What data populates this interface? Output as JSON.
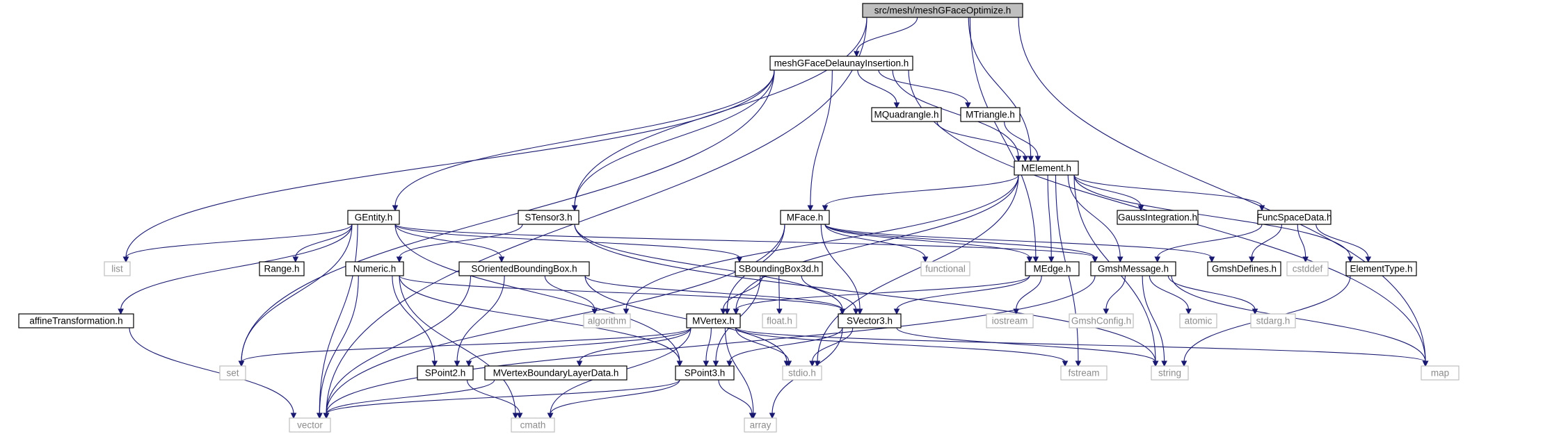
{
  "graph": {
    "root": "src/mesh/meshGFaceOptimize.h",
    "nodes": [
      {
        "id": "root",
        "label": "src/mesh/meshGFaceOptimize.h",
        "kind": "root"
      },
      {
        "id": "delaunay",
        "label": "meshGFaceDelaunayInsertion.h",
        "kind": "header"
      },
      {
        "id": "mquad",
        "label": "MQuadrangle.h",
        "kind": "header"
      },
      {
        "id": "mtri",
        "label": "MTriangle.h",
        "kind": "header"
      },
      {
        "id": "melement",
        "label": "MElement.h",
        "kind": "header"
      },
      {
        "id": "gentity",
        "label": "GEntity.h",
        "kind": "header"
      },
      {
        "id": "stensor",
        "label": "STensor3.h",
        "kind": "header"
      },
      {
        "id": "mface",
        "label": "MFace.h",
        "kind": "header"
      },
      {
        "id": "gaussint",
        "label": "GaussIntegration.h",
        "kind": "header"
      },
      {
        "id": "funcspace",
        "label": "FuncSpaceData.h",
        "kind": "header"
      },
      {
        "id": "list",
        "label": "list",
        "kind": "system"
      },
      {
        "id": "range",
        "label": "Range.h",
        "kind": "header"
      },
      {
        "id": "numeric",
        "label": "Numeric.h",
        "kind": "header"
      },
      {
        "id": "sobb",
        "label": "SOrientedBoundingBox.h",
        "kind": "header"
      },
      {
        "id": "sbbox",
        "label": "SBoundingBox3d.h",
        "kind": "header"
      },
      {
        "id": "functional",
        "label": "functional",
        "kind": "system"
      },
      {
        "id": "gmshmsg",
        "label": "GmshMessage.h",
        "kind": "header"
      },
      {
        "id": "gmshdefs",
        "label": "GmshDefines.h",
        "kind": "header"
      },
      {
        "id": "cstddef",
        "label": "cstddef",
        "kind": "system"
      },
      {
        "id": "elemtype",
        "label": "ElementType.h",
        "kind": "header"
      },
      {
        "id": "medge",
        "label": "MEdge.h",
        "kind": "header"
      },
      {
        "id": "affine",
        "label": "affineTransformation.h",
        "kind": "header"
      },
      {
        "id": "algorithm",
        "label": "algorithm",
        "kind": "system"
      },
      {
        "id": "mvertex",
        "label": "MVertex.h",
        "kind": "header"
      },
      {
        "id": "float",
        "label": "float.h",
        "kind": "system"
      },
      {
        "id": "svector",
        "label": "SVector3.h",
        "kind": "header"
      },
      {
        "id": "iostream",
        "label": "iostream",
        "kind": "system"
      },
      {
        "id": "gmshconfig",
        "label": "GmshConfig.h",
        "kind": "system"
      },
      {
        "id": "atomic",
        "label": "atomic",
        "kind": "system"
      },
      {
        "id": "stdarg",
        "label": "stdarg.h",
        "kind": "system"
      },
      {
        "id": "set",
        "label": "set",
        "kind": "system"
      },
      {
        "id": "spoint2",
        "label": "SPoint2.h",
        "kind": "header"
      },
      {
        "id": "mvbld",
        "label": "MVertexBoundaryLayerData.h",
        "kind": "header"
      },
      {
        "id": "spoint3",
        "label": "SPoint3.h",
        "kind": "header"
      },
      {
        "id": "stdio",
        "label": "stdio.h",
        "kind": "system"
      },
      {
        "id": "fstream",
        "label": "fstream",
        "kind": "system"
      },
      {
        "id": "string",
        "label": "string",
        "kind": "system"
      },
      {
        "id": "map",
        "label": "map",
        "kind": "system"
      },
      {
        "id": "vector",
        "label": "vector",
        "kind": "system"
      },
      {
        "id": "cmath",
        "label": "cmath",
        "kind": "system"
      },
      {
        "id": "array",
        "label": "array",
        "kind": "system"
      }
    ],
    "edges": [
      [
        "root",
        "delaunay"
      ],
      [
        "root",
        "stensor"
      ],
      [
        "root",
        "melement"
      ],
      [
        "root",
        "medge"
      ],
      [
        "root",
        "vector"
      ],
      [
        "root",
        "map"
      ],
      [
        "delaunay",
        "mquad"
      ],
      [
        "delaunay",
        "mtri"
      ],
      [
        "delaunay",
        "melement"
      ],
      [
        "delaunay",
        "gentity"
      ],
      [
        "delaunay",
        "stensor"
      ],
      [
        "delaunay",
        "mface"
      ],
      [
        "delaunay",
        "list"
      ],
      [
        "delaunay",
        "set"
      ],
      [
        "delaunay",
        "map"
      ],
      [
        "mquad",
        "melement"
      ],
      [
        "mtri",
        "melement"
      ],
      [
        "melement",
        "mface"
      ],
      [
        "melement",
        "medge"
      ],
      [
        "melement",
        "mvertex"
      ],
      [
        "melement",
        "gmshmsg"
      ],
      [
        "melement",
        "gaussint"
      ],
      [
        "melement",
        "funcspace"
      ],
      [
        "melement",
        "elemtype"
      ],
      [
        "melement",
        "algorithm"
      ],
      [
        "melement",
        "string"
      ],
      [
        "melement",
        "fstream"
      ],
      [
        "melement",
        "stdio"
      ],
      [
        "gentity",
        "list"
      ],
      [
        "gentity",
        "range"
      ],
      [
        "gentity",
        "sobb"
      ],
      [
        "gentity",
        "sbbox"
      ],
      [
        "gentity",
        "affine"
      ],
      [
        "gentity",
        "set"
      ],
      [
        "gentity",
        "vector"
      ],
      [
        "gentity",
        "spoint3"
      ],
      [
        "gentity",
        "gmshmsg"
      ],
      [
        "stensor",
        "svector"
      ],
      [
        "stensor",
        "numeric"
      ],
      [
        "stensor",
        "string"
      ],
      [
        "mface",
        "mvertex"
      ],
      [
        "mface",
        "medge"
      ],
      [
        "mface",
        "gmshmsg"
      ],
      [
        "mface",
        "gmshdefs"
      ],
      [
        "mface",
        "functional"
      ],
      [
        "mface",
        "svector"
      ],
      [
        "mface",
        "vector"
      ],
      [
        "funcspace",
        "gmshmsg"
      ],
      [
        "funcspace",
        "gmshdefs"
      ],
      [
        "funcspace",
        "cstddef"
      ],
      [
        "funcspace",
        "elemtype"
      ],
      [
        "numeric",
        "svector"
      ],
      [
        "numeric",
        "spoint2"
      ],
      [
        "numeric",
        "spoint3"
      ],
      [
        "numeric",
        "vector"
      ],
      [
        "numeric",
        "cmath"
      ],
      [
        "sobb",
        "svector"
      ],
      [
        "sobb",
        "spoint2"
      ],
      [
        "sobb",
        "algorithm"
      ],
      [
        "sobb",
        "vector"
      ],
      [
        "sobb",
        "stdio"
      ],
      [
        "sbbox",
        "mvertex"
      ],
      [
        "sbbox",
        "svector"
      ],
      [
        "sbbox",
        "spoint3"
      ],
      [
        "sbbox",
        "float"
      ],
      [
        "medge",
        "mvertex"
      ],
      [
        "medge",
        "svector"
      ],
      [
        "medge",
        "iostream"
      ],
      [
        "gmshmsg",
        "gmshconfig"
      ],
      [
        "gmshmsg",
        "atomic"
      ],
      [
        "gmshmsg",
        "stdarg"
      ],
      [
        "gmshmsg",
        "string"
      ],
      [
        "gmshmsg",
        "map"
      ],
      [
        "gmshmsg",
        "vector"
      ],
      [
        "elemtype",
        "string"
      ],
      [
        "affine",
        "vector"
      ],
      [
        "mvertex",
        "set"
      ],
      [
        "mvertex",
        "spoint2"
      ],
      [
        "mvertex",
        "mvbld"
      ],
      [
        "mvertex",
        "spoint3"
      ],
      [
        "mvertex",
        "stdio"
      ],
      [
        "mvertex",
        "fstream"
      ],
      [
        "mvertex",
        "map"
      ],
      [
        "mvertex",
        "cmath"
      ],
      [
        "mvertex",
        "array"
      ],
      [
        "svector",
        "spoint3"
      ],
      [
        "svector",
        "stdio"
      ],
      [
        "svector",
        "array"
      ],
      [
        "svector",
        "string"
      ],
      [
        "spoint2",
        "cmath"
      ],
      [
        "mvbld",
        "vector"
      ],
      [
        "spoint3",
        "vector"
      ],
      [
        "spoint3",
        "cmath"
      ],
      [
        "spoint3",
        "array"
      ]
    ]
  }
}
